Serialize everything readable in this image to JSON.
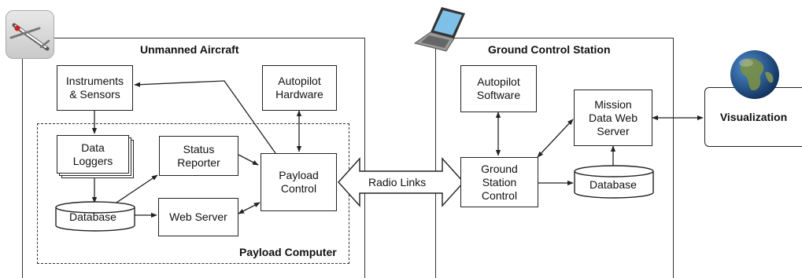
{
  "diagram": {
    "panels": {
      "aircraft_title": "Unmanned Aircraft",
      "ground_title": "Ground Control Station",
      "payload_computer_title": "Payload Computer"
    },
    "nodes": {
      "instruments": "Instruments\n& Sensors",
      "autopilot_hw": "Autopilot\nHardware",
      "data_loggers": "Data\nLoggers",
      "status_reporter": "Status\nReporter",
      "payload_control": "Payload\nControl",
      "database_air": "Database",
      "web_server": "Web Server",
      "autopilot_sw": "Autopilot\nSoftware",
      "mission_server": "Mission\nData Web\nServer",
      "gs_control": "Ground\nStation\nControl",
      "database_ground": "Database",
      "visualization": "Visualization"
    },
    "radio_links_label": "Radio Links",
    "icons": [
      "airplane-icon",
      "laptop-icon",
      "globe-icon"
    ],
    "colors": {
      "line": "#222222",
      "globe_ocean": "#1f4f8a",
      "globe_land": "#6b8a3a"
    }
  }
}
